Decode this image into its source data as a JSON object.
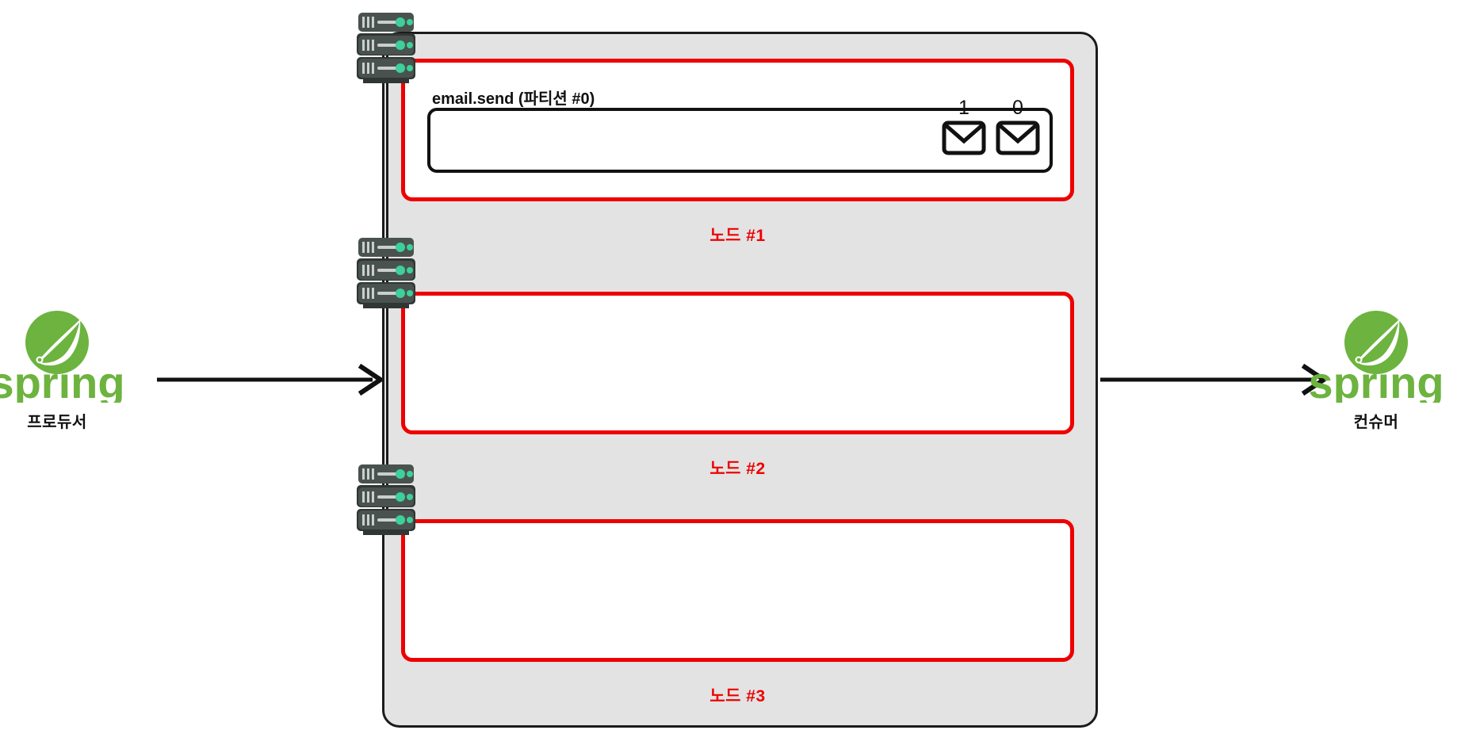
{
  "diagram": {
    "title": "Kafka cluster partition replication diagram",
    "colors": {
      "node_red": "#ee0000",
      "cluster_gray": "#e3e3e3",
      "border_black": "#1b1b1b",
      "spring_green": "#6db33f",
      "server_body": "#4a5250",
      "server_led": "#3ecf9a"
    }
  },
  "producer": {
    "label": "프로듀서",
    "logo_alt": "spring",
    "logo_wordmark": "spring"
  },
  "consumer": {
    "label": "컨슈머",
    "logo_alt": "spring",
    "logo_wordmark": "spring"
  },
  "cluster": {
    "nodes": [
      {
        "label": "노드 #1"
      },
      {
        "label": "노드 #2"
      },
      {
        "label": "노드 #3"
      }
    ]
  },
  "partition": {
    "title": "email.send (파티션 #0)",
    "messages": [
      {
        "index": "1"
      },
      {
        "index": "0"
      }
    ]
  },
  "icons": {
    "server_rack": "server-rack-icon",
    "envelope": "envelope-icon",
    "arrow": "arrow-right-icon"
  }
}
